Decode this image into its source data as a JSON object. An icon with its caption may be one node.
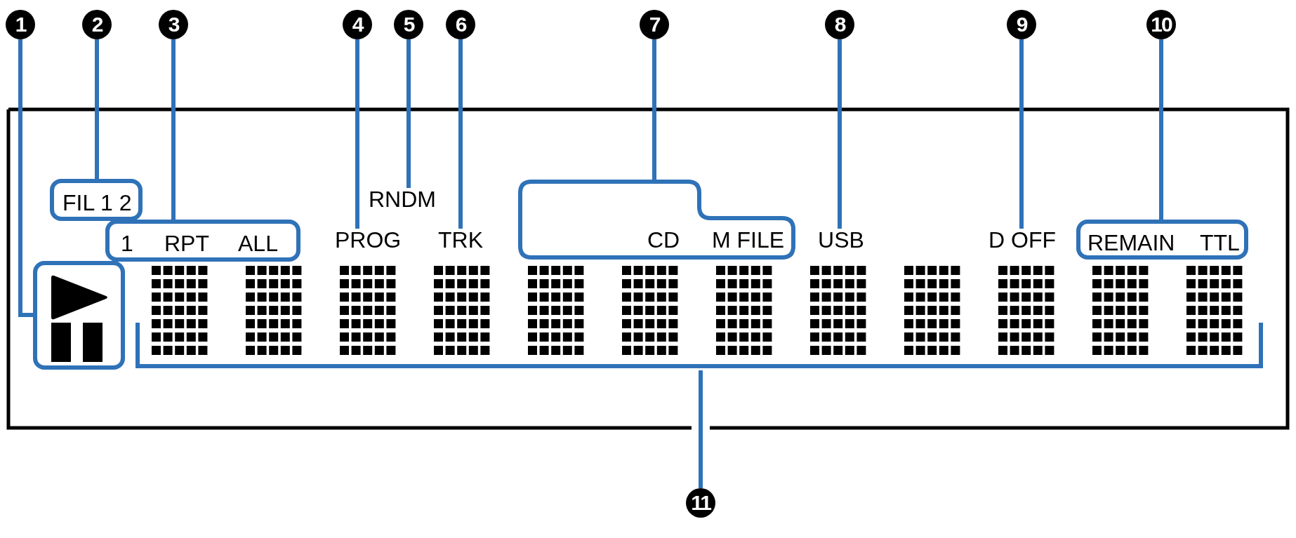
{
  "diagram": {
    "nodes": [
      {
        "text": [
          "1"
        ]
      },
      {
        "text": [
          "2"
        ]
      },
      {
        "text": [
          "3"
        ]
      },
      {
        "text": [
          "4"
        ]
      },
      {
        "text": [
          "5"
        ]
      },
      {
        "text": [
          "6"
        ]
      },
      {
        "text": [
          "7"
        ]
      },
      {
        "text": [
          "8"
        ]
      },
      {
        "text": [
          "9"
        ]
      },
      {
        "text": [
          "10"
        ]
      },
      {
        "text": [
          "11"
        ]
      },
      {
        "text": [],
        "shape": "box"
      },
      {
        "text": [
          "FIL 1 2"
        ]
      },
      {
        "text": [
          "1",
          "RPT",
          "ALL"
        ]
      },
      {
        "text": [
          "PROG"
        ]
      },
      {
        "text": [
          "RNDM"
        ]
      },
      {
        "text": [
          "TRK"
        ]
      },
      {
        "text": [
          "CD",
          "M FILE"
        ]
      },
      {
        "text": [
          "USB"
        ]
      },
      {
        "text": [
          "D OFF"
        ]
      },
      {
        "text": [
          "REMAIN",
          "TTL"
        ]
      },
      {
        "text": [],
        "shape": "grid"
      }
    ],
    "edges": [
      {
        "from": 0,
        "to": 11,
        "arrow": "none"
      },
      {
        "from": 1,
        "to": 12,
        "arrow": "none"
      },
      {
        "from": 2,
        "to": 13,
        "arrow": "none"
      },
      {
        "from": 3,
        "to": 14,
        "arrow": "none"
      },
      {
        "from": 4,
        "to": 15,
        "arrow": "none"
      },
      {
        "from": 5,
        "to": 16,
        "arrow": "none"
      },
      {
        "from": 6,
        "to": 17,
        "arrow": "none"
      },
      {
        "from": 7,
        "to": 18,
        "arrow": "none"
      },
      {
        "from": 8,
        "to": 19,
        "arrow": "none"
      },
      {
        "from": 9,
        "to": 20,
        "arrow": "none"
      },
      {
        "from": 10,
        "to": 21,
        "arrow": "none"
      }
    ]
  }
}
